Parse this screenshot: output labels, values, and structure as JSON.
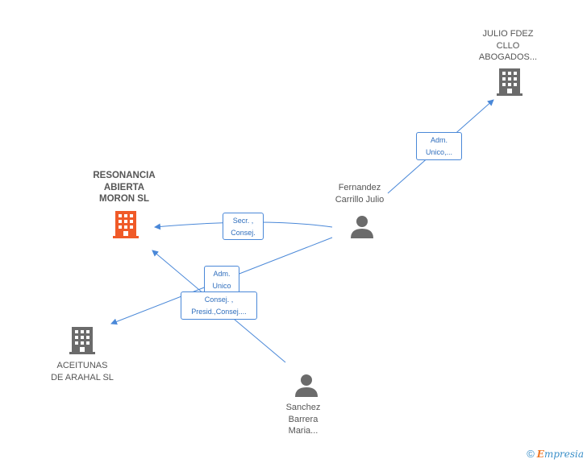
{
  "nodes": {
    "resonancia": {
      "lines": [
        "RESONANCIA",
        "ABIERTA",
        "MORON SL"
      ],
      "type": "company",
      "highlight": true
    },
    "julio_fdez": {
      "lines": [
        "JULIO FDEZ",
        "CLLO",
        "ABOGADOS..."
      ],
      "type": "company"
    },
    "fernandez": {
      "lines": [
        "Fernandez",
        "Carrillo Julio"
      ],
      "type": "person"
    },
    "aceitunas": {
      "lines": [
        "ACEITUNAS",
        "DE ARAHAL SL"
      ],
      "type": "company"
    },
    "sanchez": {
      "lines": [
        "Sanchez",
        "Barrera",
        "Maria..."
      ],
      "type": "person"
    }
  },
  "relations": {
    "adm_unico_julio": [
      "Adm.",
      "Unico,..."
    ],
    "secr_consej": [
      "Secr. ,",
      "Consej."
    ],
    "adm_unico": [
      "Adm.",
      "Unico"
    ],
    "consej_presid": [
      "Consej. ,",
      "Presid.,Consej...."
    ]
  },
  "footer": {
    "copyright": "©",
    "brand_first": "E",
    "brand_rest": "mpresia"
  },
  "colors": {
    "edge": "#4a88d8",
    "company": "#6b6b6b",
    "highlight": "#f05a28",
    "person": "#6b6b6b"
  }
}
